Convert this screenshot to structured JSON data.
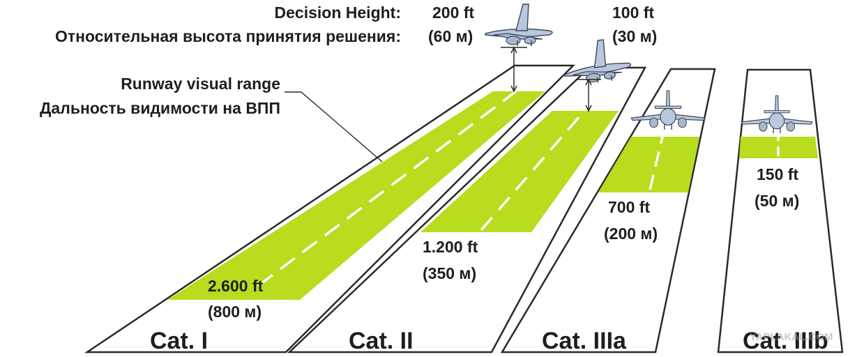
{
  "header": {
    "decision_height_en": "Decision Height:",
    "decision_height_ru": "Относительная высота принятия решения:",
    "dh_cat1_ft": "200 ft",
    "dh_cat1_m": "(60 м)",
    "dh_cat2_ft": "100 ft",
    "dh_cat2_m": "(30 м)"
  },
  "rvr_label": {
    "en": "Runway visual range",
    "ru": "Дальность видимости на ВПП"
  },
  "runways": [
    {
      "category": "Cat. I",
      "rvr_ft": "2.600 ft",
      "rvr_m": "(800 м)"
    },
    {
      "category": "Cat. II",
      "rvr_ft": "1.200 ft",
      "rvr_m": "(350 м)"
    },
    {
      "category": "Cat. IIIa",
      "rvr_ft": "700 ft",
      "rvr_m": "(200 м)"
    },
    {
      "category": "Cat. IIIb",
      "rvr_ft": "150 ft",
      "rvr_m": "(50 м)"
    }
  ],
  "colors": {
    "rvr_zone": "#b8dc1e",
    "runway": "#ffffff",
    "outline": "#2a2a2a",
    "aircraft": "#b9c8dc"
  },
  "watermark": "YAPLAKAL.COM"
}
